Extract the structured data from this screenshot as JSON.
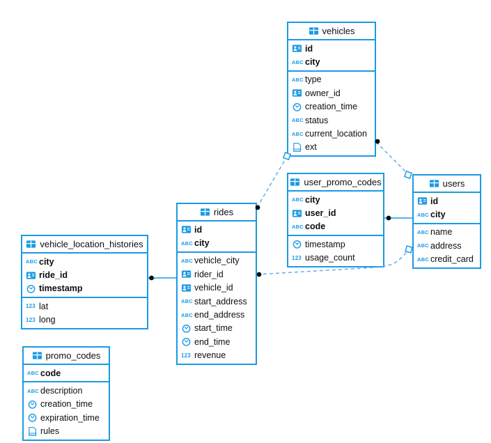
{
  "diagram": {
    "colors": {
      "table_border": "#1a9ae4",
      "relationship_line": "#5fb0e8",
      "marker_dot": "#0d0d0d",
      "background": "#ffffff"
    },
    "tables": [
      {
        "title": "vehicles",
        "primary_fields": [
          {
            "name": "id",
            "type": "uuid-icon"
          },
          {
            "name": "city",
            "type": "string-icon"
          }
        ],
        "fields": [
          {
            "name": "type",
            "type": "string-icon"
          },
          {
            "name": "owner_id",
            "type": "uuid-icon"
          },
          {
            "name": "creation_time",
            "type": "timestamp-icon"
          },
          {
            "name": "status",
            "type": "string-icon"
          },
          {
            "name": "current_location",
            "type": "string-icon"
          },
          {
            "name": "ext",
            "type": "json-icon"
          }
        ]
      },
      {
        "title": "user_promo_codes",
        "primary_fields": [
          {
            "name": "city",
            "type": "string-icon"
          },
          {
            "name": "user_id",
            "type": "uuid-icon"
          },
          {
            "name": "code",
            "type": "string-icon"
          }
        ],
        "fields": [
          {
            "name": "timestamp",
            "type": "timestamp-icon"
          },
          {
            "name": "usage_count",
            "type": "number-icon"
          }
        ]
      },
      {
        "title": "users",
        "primary_fields": [
          {
            "name": "id",
            "type": "uuid-icon"
          },
          {
            "name": "city",
            "type": "string-icon"
          }
        ],
        "fields": [
          {
            "name": "name",
            "type": "string-icon"
          },
          {
            "name": "address",
            "type": "string-icon"
          },
          {
            "name": "credit_card",
            "type": "string-icon"
          }
        ]
      },
      {
        "title": "rides",
        "primary_fields": [
          {
            "name": "id",
            "type": "uuid-icon"
          },
          {
            "name": "city",
            "type": "string-icon"
          }
        ],
        "fields": [
          {
            "name": "vehicle_city",
            "type": "string-icon"
          },
          {
            "name": "rider_id",
            "type": "uuid-icon"
          },
          {
            "name": "vehicle_id",
            "type": "uuid-icon"
          },
          {
            "name": "start_address",
            "type": "string-icon"
          },
          {
            "name": "end_address",
            "type": "string-icon"
          },
          {
            "name": "start_time",
            "type": "timestamp-icon"
          },
          {
            "name": "end_time",
            "type": "timestamp-icon"
          },
          {
            "name": "revenue",
            "type": "number-icon"
          }
        ]
      },
      {
        "title": "vehicle_location_histories",
        "primary_fields": [
          {
            "name": "city",
            "type": "string-icon"
          },
          {
            "name": "ride_id",
            "type": "uuid-icon"
          },
          {
            "name": "timestamp",
            "type": "timestamp-icon"
          }
        ],
        "fields": [
          {
            "name": "lat",
            "type": "number-icon"
          },
          {
            "name": "long",
            "type": "number-icon"
          }
        ]
      },
      {
        "title": "promo_codes",
        "primary_fields": [
          {
            "name": "code",
            "type": "string-icon"
          }
        ],
        "fields": [
          {
            "name": "description",
            "type": "string-icon"
          },
          {
            "name": "creation_time",
            "type": "timestamp-icon"
          },
          {
            "name": "expiration_time",
            "type": "timestamp-icon"
          },
          {
            "name": "rules",
            "type": "json-icon"
          }
        ]
      }
    ],
    "relationships": [
      {
        "from_table": "vehicle_location_histories",
        "to_table": "rides",
        "from_marker": "dot",
        "line": "solid"
      },
      {
        "from_table": "user_promo_codes",
        "to_table": "users",
        "from_marker": "dot",
        "line": "solid"
      },
      {
        "from_table": "rides",
        "to_table": "vehicles",
        "from_marker": "dot",
        "to_marker": "square",
        "line": "dashed"
      },
      {
        "from_table": "vehicles",
        "to_table": "users",
        "from_marker": "dot",
        "to_marker": "square",
        "line": "dashed"
      },
      {
        "from_table": "rides",
        "to_table": "users",
        "from_marker": "dot",
        "to_marker": "square",
        "line": "dashed"
      }
    ]
  }
}
